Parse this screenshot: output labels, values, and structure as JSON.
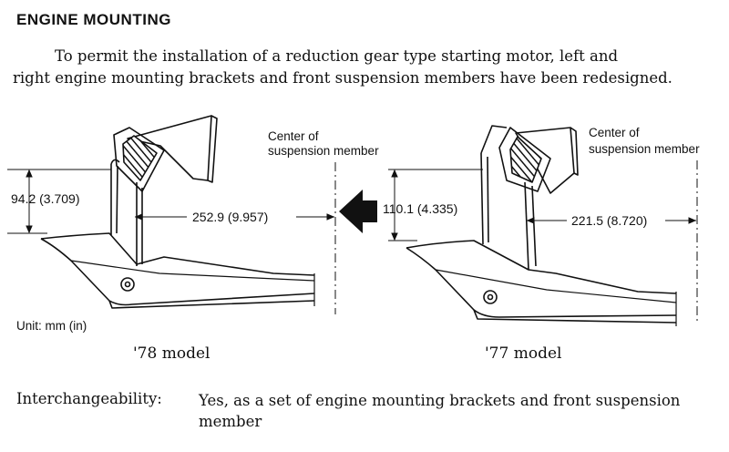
{
  "title": "ENGINE MOUNTING",
  "intro": {
    "line1": "To permit the installation of a reduction gear type starting motor, left and",
    "line2": "right engine mounting brackets and front suspension members have been redesigned."
  },
  "diagram": {
    "left": {
      "center_label_1": "Center of",
      "center_label_2": "suspension member",
      "height_dim": "94.2 (3.709)",
      "offset_dim": "252.9 (9.957)",
      "model_label": "'78 model"
    },
    "right": {
      "center_label_1": "Center of",
      "center_label_2": "suspension member",
      "height_dim": "110.1 (4.335)",
      "offset_dim": "221.5 (8.720)",
      "model_label": "'77 model"
    },
    "unit_label": "Unit:  mm (in)",
    "arrow_icon": "arrow-left-icon"
  },
  "interchangeability": {
    "label": "Interchangeability:",
    "value": "Yes, as a set of engine mounting brackets and front suspension member"
  }
}
